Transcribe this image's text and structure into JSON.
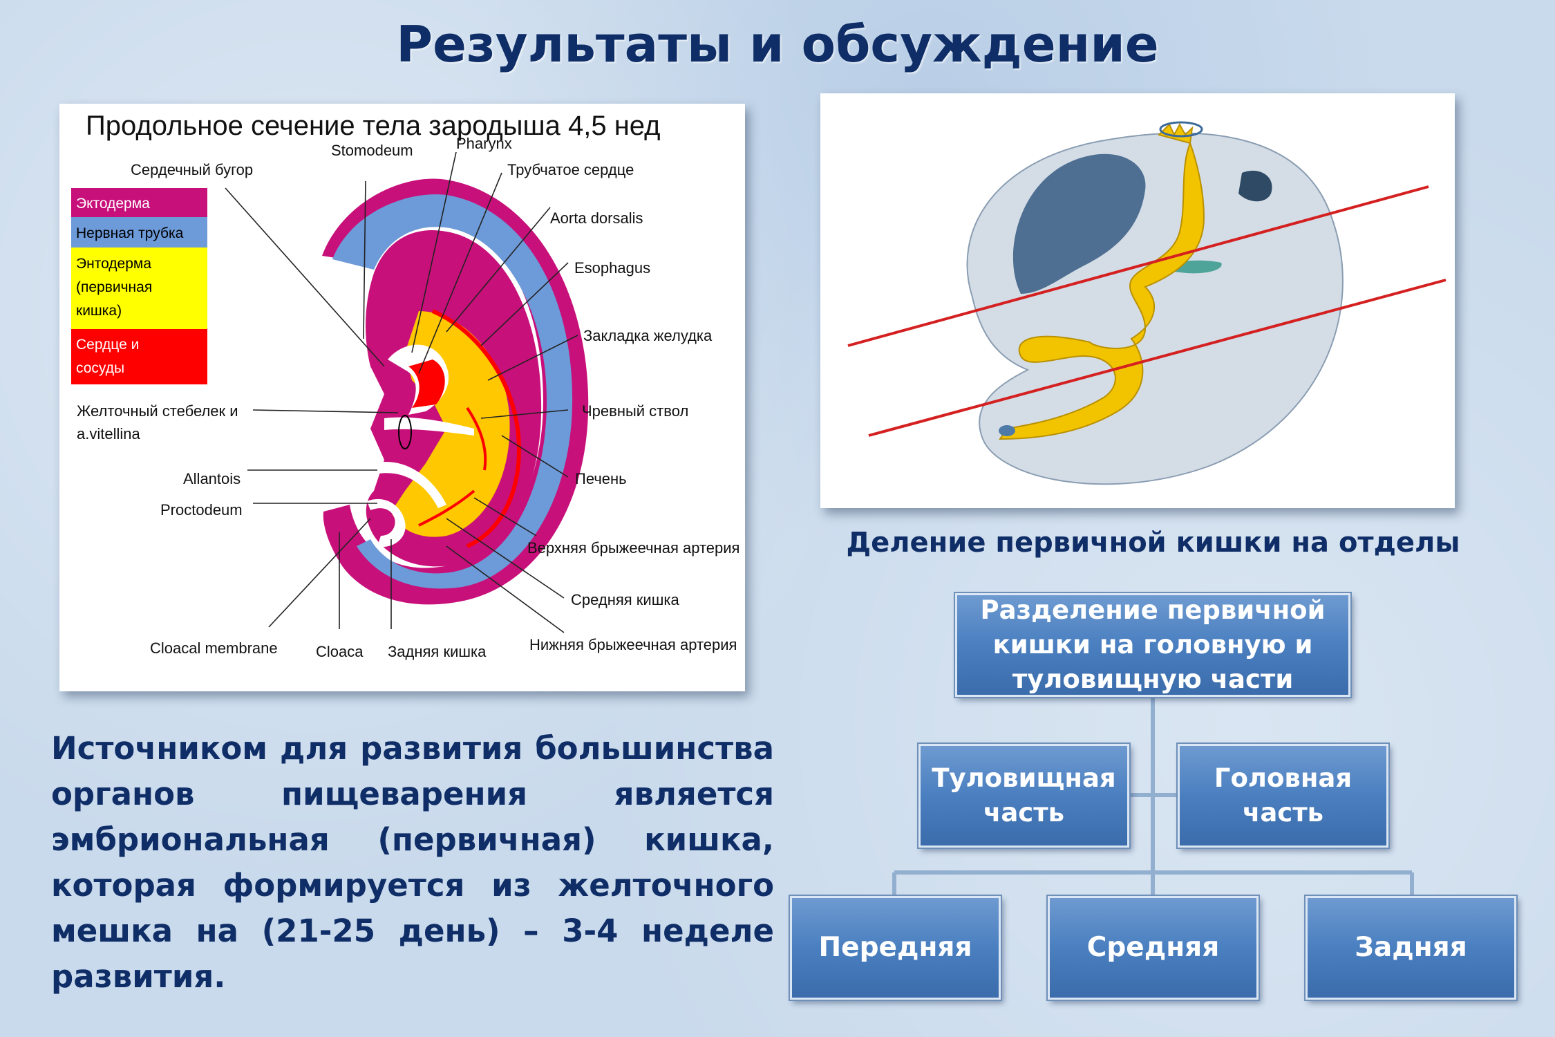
{
  "title": "Результаты и обсуждение",
  "left_diagram": {
    "heading": "Продольное сечение тела зародыша 4,5 нед",
    "legend": [
      {
        "label_lines": [
          "Эктодерма"
        ],
        "color": "#c8107a",
        "text_color": "#ffffff"
      },
      {
        "label_lines": [
          "Нервная трубка"
        ],
        "color": "#6d9ad8",
        "text_color": "#000000"
      },
      {
        "label_lines": [
          "Энтодерма",
          "(первичная",
          "кишка)"
        ],
        "color": "#ffff00",
        "text_color": "#000000"
      },
      {
        "label_lines": [
          "Сердце и",
          "сосуды"
        ],
        "color": "#ff0000",
        "text_color": "#ffffff"
      }
    ],
    "labels": {
      "stomodeum": "Stomodeum",
      "pharynx": "Pharynx",
      "heart_bulge": "Сердечный бугор",
      "tubular_heart": "Трубчатое сердце",
      "aorta": "Aorta dorsalis",
      "esophagus": "Esophagus",
      "stomach": "Закладка желудка",
      "yolk_stalk_1": "Желточный стебелек и",
      "yolk_stalk_2": "a.vitellina",
      "celiac": "Чревный ствол",
      "allantois": "Allantois",
      "liver": "Печень",
      "proctodeum": "Proctodeum",
      "sup_mesenteric": "Верхняя брыжеечная артерия",
      "mid_gut": "Средняя кишка",
      "cloacal_membrane": "Cloacal membrane",
      "cloaca": "Cloaca",
      "hindgut": "Задняя кишка",
      "inf_mesenteric": "Нижняя брыжеечная артерия"
    },
    "colors": {
      "ectoderm": "#c8107a",
      "neural": "#6d9ad8",
      "endoderm": "#ffc800",
      "vessels": "#ff0000"
    }
  },
  "right_diagram": {
    "caption": "Деление первичной кишки на отделы",
    "colors": {
      "body": "#d4dde6",
      "gut": "#f2c400",
      "dark": "#4e6f92",
      "line": "#d42020",
      "green": "#4fa49a"
    }
  },
  "paragraph": "Источником для развития большинства органов пищеварения является эмбриональная (первичная) кишка, которая формируется из желточного мешка на (21-25 день) – 3-4 неделе развития.",
  "tree": {
    "root": "Разделение первичной кишки на головную и туловищную части",
    "level2": [
      "Туловищная часть",
      "Головная часть"
    ],
    "level3": [
      "Передняя",
      "Средняя",
      "Задняя"
    ]
  }
}
